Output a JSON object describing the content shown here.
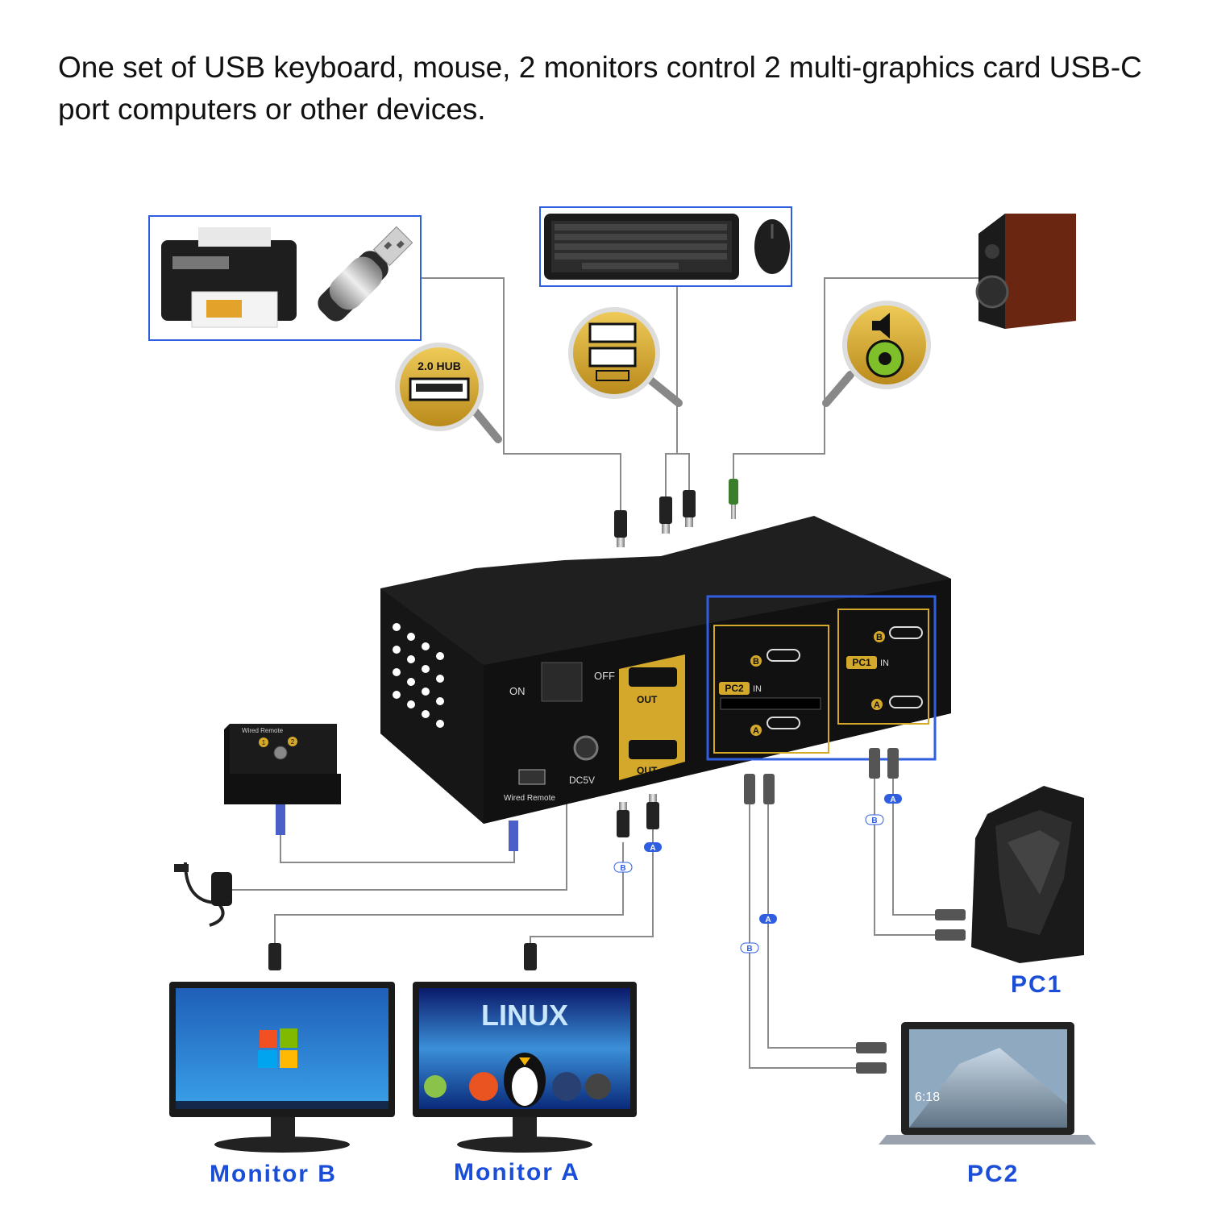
{
  "headline": "One set of USB keyboard, mouse, 2 monitors control 2 multi-graphics card  USB-C port computers or other devices.",
  "badges": {
    "hub": "2.0 HUB",
    "pc1_in": "PC1",
    "pc2_in": "PC2",
    "in_suffix": "IN",
    "port_b": "B",
    "port_a": "A"
  },
  "switch_panel": {
    "on": "ON",
    "off": "OFF",
    "out_b": "OUT",
    "out_a": "OUT",
    "dc": "DC5V",
    "wired_remote": "Wired Remote"
  },
  "remote": {
    "title": "Wired Remote",
    "key1": "1",
    "key2": "2"
  },
  "cable_tags": {
    "b": "B",
    "a": "A"
  },
  "screens": {
    "linux": "LINUX",
    "laptop_time": "6:18"
  },
  "labels": {
    "pc1": "PC1",
    "pc2": "PC2",
    "monitor_b": "Monitor B",
    "monitor_a": "Monitor A"
  },
  "colors": {
    "accent_blue": "#1a4ed8",
    "gold": "#d4a82a",
    "line": "#8a8a8a",
    "box": "#2f5fe0"
  }
}
